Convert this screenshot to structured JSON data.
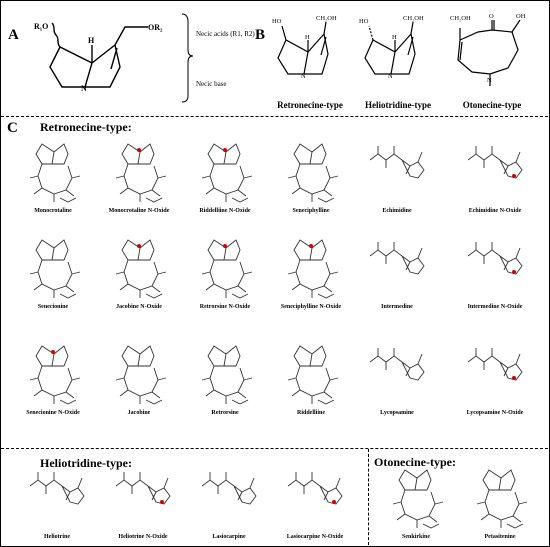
{
  "panels": {
    "a": {
      "letter": "A",
      "atoms": {
        "r1o": "R₁O",
        "or2": "OR₂",
        "h": "H",
        "n": "N"
      },
      "brace_labels": [
        "Necic acids (R1, R2)",
        "Necic base"
      ]
    },
    "b": {
      "letter": "B",
      "types": [
        {
          "name": "Retronecine-type",
          "ho": "HO",
          "ch2oh": "CH₂OH",
          "h": "H",
          "n": "N"
        },
        {
          "name": "Heliotridine-type",
          "ho": "HO",
          "ch2oh": "CH₂OH",
          "h": "H",
          "n": "N"
        },
        {
          "name": "Otonecine-type",
          "ch2oh": "CH₂OH",
          "o": "O",
          "oh": "OH",
          "n": "N"
        }
      ]
    },
    "c": {
      "letter": "C",
      "retronecine_title": "Retronecine-type:",
      "retronecine": [
        "Monocrotaline",
        "Monocrotaline N-Oxide",
        "Riddelliine N-Oxide",
        "Seneciphylline",
        "Echimidine",
        "Echimidine N-Oxide",
        "Senecionine",
        "Jacobine N-Oxide",
        "Retrorsine N-Oxide",
        "Seneciphylline N-Oxide",
        "Intermedine",
        "Intermedine N-Oxide",
        "Senecionine N-Oxide",
        "Jacobine",
        "Retrorsine",
        "Riddelliine",
        "Lycopsamine",
        "Lycopsamine N-Oxide"
      ],
      "heliotridine_title": "Heliotridine-type:",
      "heliotridine": [
        "Heliotrine",
        "Heliotrine N-Oxide",
        "Lasiocarpine",
        "Lasiocarpine N-Oxide"
      ],
      "otonecine_title": "Otonecine-type:",
      "otonecine": [
        "Senkirkine",
        "Petasitenine"
      ]
    }
  }
}
